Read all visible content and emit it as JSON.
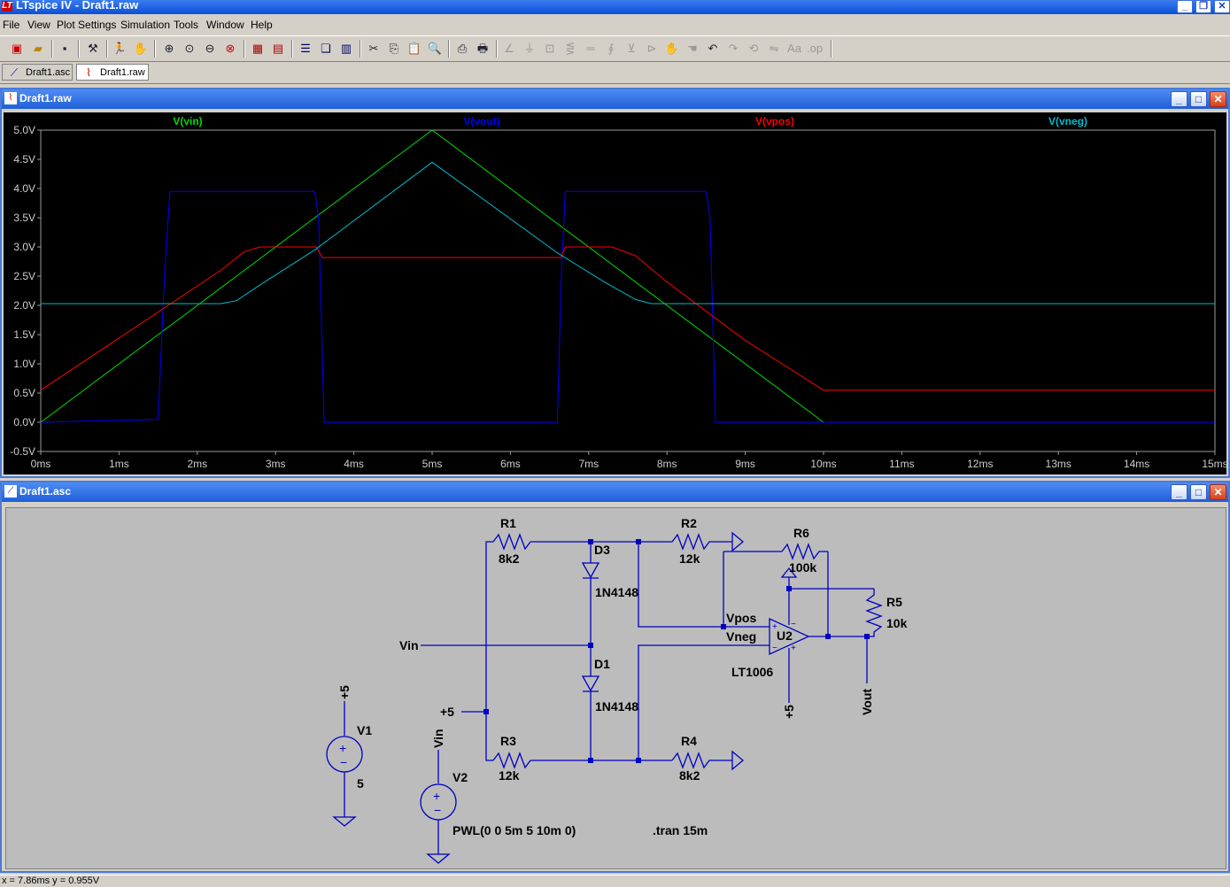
{
  "app": {
    "title": "LTspice IV - Draft1.raw"
  },
  "menu": [
    "File",
    "View",
    "Plot Settings",
    "Simulation",
    "Tools",
    "Window",
    "Help"
  ],
  "tabs": [
    {
      "label": "Draft1.asc"
    },
    {
      "label": "Draft1.raw"
    }
  ],
  "plot_window": {
    "title": "Draft1.raw"
  },
  "schematic_window": {
    "title": "Draft1.asc"
  },
  "status": "x = 7.86ms    y = 0.955V",
  "chart_data": {
    "type": "line",
    "xlabel": "",
    "ylabel": "",
    "xlim": [
      0,
      15
    ],
    "ylim": [
      -0.5,
      5.0
    ],
    "x_ticks": [
      "0ms",
      "1ms",
      "2ms",
      "3ms",
      "4ms",
      "5ms",
      "6ms",
      "7ms",
      "8ms",
      "9ms",
      "10ms",
      "11ms",
      "12ms",
      "13ms",
      "14ms",
      "15ms"
    ],
    "y_ticks": [
      "5.0V",
      "4.5V",
      "4.0V",
      "3.5V",
      "3.0V",
      "2.5V",
      "2.0V",
      "1.5V",
      "1.0V",
      "0.5V",
      "0.0V",
      "-0.5V"
    ],
    "series": [
      {
        "name": "V(vin)",
        "color": "#00dd00",
        "x": [
          0,
          5,
          10,
          15
        ],
        "y": [
          0,
          5,
          0,
          0
        ]
      },
      {
        "name": "V(vout)",
        "color": "#0000ff",
        "x": [
          0,
          1.5,
          1.58,
          1.65,
          3.5,
          3.55,
          3.62,
          6.6,
          6.65,
          6.7,
          8.5,
          8.55,
          8.62,
          15
        ],
        "y": [
          0,
          0.05,
          2.5,
          3.95,
          3.95,
          3.5,
          0,
          0,
          2.5,
          3.95,
          3.95,
          3.5,
          0,
          0
        ]
      },
      {
        "name": "V(vpos)",
        "color": "#ff0000",
        "x": [
          0,
          2.3,
          2.6,
          2.8,
          3.52,
          3.6,
          6.65,
          6.7,
          7.3,
          7.6,
          8.0,
          9.0,
          10.0,
          15
        ],
        "y": [
          0.55,
          2.6,
          2.92,
          3.0,
          3.0,
          2.82,
          2.82,
          3.0,
          3.0,
          2.85,
          2.4,
          1.4,
          0.55,
          0.55
        ]
      },
      {
        "name": "V(vneg)",
        "color": "#00bbcc",
        "x": [
          0,
          2.3,
          2.5,
          2.8,
          3.5,
          5.0,
          6.6,
          7.2,
          7.6,
          7.8,
          15
        ],
        "y": [
          2.03,
          2.03,
          2.08,
          2.35,
          2.95,
          4.45,
          2.9,
          2.4,
          2.1,
          2.03,
          2.03
        ]
      }
    ]
  },
  "schematic": {
    "labels": {
      "r1": "R1",
      "r1_val": "8k2",
      "r2": "R2",
      "r2_val": "12k",
      "r3": "R3",
      "r3_val": "12k",
      "r4": "R4",
      "r4_val": "8k2",
      "r5": "R5",
      "r5_val": "10k",
      "r6": "R6",
      "r6_val": "100k",
      "d3": "D3",
      "d3_val": "1N4148",
      "d1": "D1",
      "d1_val": "1N4148",
      "u2": "U2",
      "u2_val": "LT1006",
      "vpos": "Vpos",
      "vneg": "Vneg",
      "vin": "Vin",
      "vout": "Vout",
      "plus5_a": "+5",
      "plus5_b": "+5",
      "plus5_c": "+5",
      "v1": "V1",
      "v1_val": "5",
      "v2": "V2",
      "v2_node": "Vin",
      "v2_val": "PWL(0 0 5m 5 10m 0)",
      "tran": ".tran 15m"
    }
  }
}
